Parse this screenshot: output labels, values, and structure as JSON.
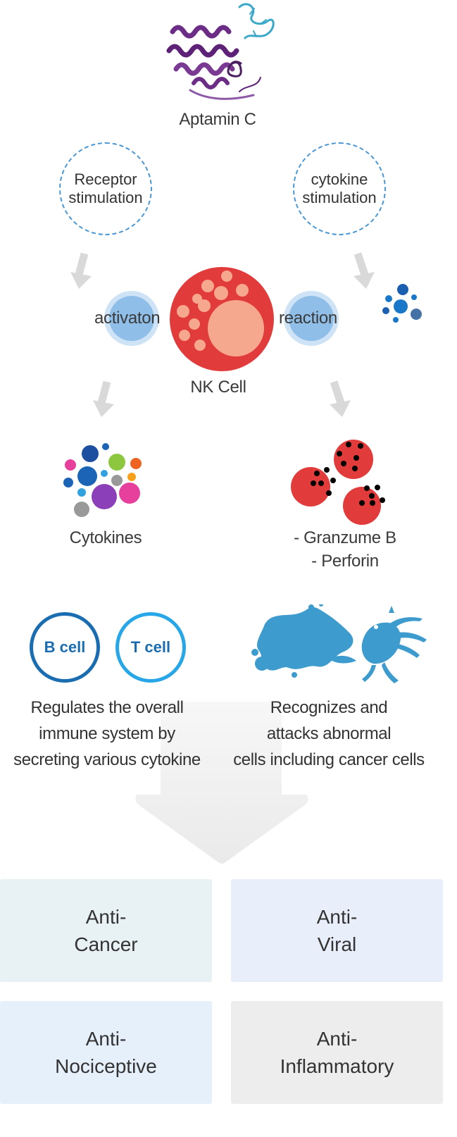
{
  "title": "Aptamin C",
  "stimulations": {
    "left": [
      "Receptor",
      "stimulation"
    ],
    "right": [
      "cytokine",
      "stimulation"
    ]
  },
  "nk": {
    "left_label": "activaton",
    "right_label": "reaction",
    "cell_label": "NK Cell"
  },
  "outputs": {
    "left_label": "Cytokines",
    "right_line1": "- Granzume B",
    "right_line2": "- Perforin"
  },
  "cells": {
    "b_cell": "B cell",
    "t_cell": "T cell"
  },
  "descriptions": {
    "left": [
      "Regulates the overall",
      "immune system by",
      "secreting various cytokine"
    ],
    "right": [
      "Recognizes and",
      "attacks abnormal",
      "cells including cancer cells"
    ]
  },
  "effects": [
    {
      "line1": "Anti-",
      "line2": "Cancer",
      "bg": "#e8f1f3"
    },
    {
      "line1": "Anti-",
      "line2": "Viral",
      "bg": "#e9eefb"
    },
    {
      "line1": "Anti-",
      "line2": "Nociceptive",
      "bg": "#e6f0fb"
    },
    {
      "line1": "Anti-",
      "line2": "Inflammatory",
      "bg": "#ededed"
    }
  ],
  "colors": {
    "nk_red": "#e23b3b",
    "nk_pink": "#f6a88e",
    "blue_dashed": "#4a97d6",
    "b_cell_ring": "#1a6db0",
    "t_cell_ring": "#28a7e8",
    "cancer_blue": "#3d9bce"
  },
  "icons": [
    "protein-structure-icon",
    "arrow-down-icon",
    "cytokine-dots-icon",
    "granzyme-cells-icon",
    "cancer-cells-icon",
    "big-down-arrow-icon"
  ]
}
